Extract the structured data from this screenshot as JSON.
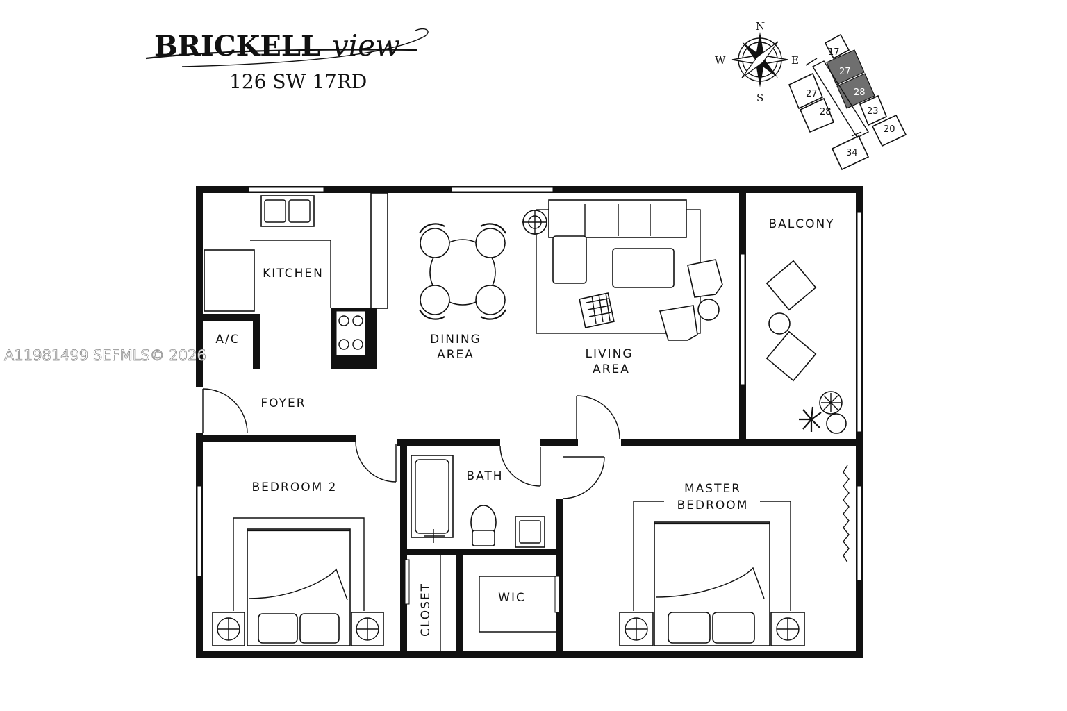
{
  "brand": {
    "name_bold": "BRICKELL",
    "name_script": "view",
    "address": "126 SW 17RD"
  },
  "compass": {
    "n": "N",
    "e": "E",
    "s": "S",
    "w": "W"
  },
  "site_plan": {
    "units": [
      {
        "label": "17",
        "highlighted": false
      },
      {
        "label": "27",
        "highlighted": true
      },
      {
        "label": "28",
        "highlighted": true
      },
      {
        "label": "27",
        "highlighted": false
      },
      {
        "label": "28",
        "highlighted": false
      },
      {
        "label": "23",
        "highlighted": false
      },
      {
        "label": "20",
        "highlighted": false
      },
      {
        "label": "34",
        "highlighted": false
      }
    ],
    "highlight_color": "#6f6f6f"
  },
  "rooms": {
    "kitchen": "KITCHEN",
    "ac": "A/C",
    "foyer": "FOYER",
    "dining_1": "DINING",
    "dining_2": "AREA",
    "living_1": "LIVING",
    "living_2": "AREA",
    "balcony": "BALCONY",
    "bedroom2": "BEDROOM 2",
    "bath": "BATH",
    "master_1": "MASTER",
    "master_2": "BEDROOM",
    "closet": "CLOSET",
    "wic": "WIC"
  },
  "watermark": "A11981499  SEFMLS© 2026",
  "colors": {
    "wall": "#111111",
    "background": "#ffffff"
  }
}
